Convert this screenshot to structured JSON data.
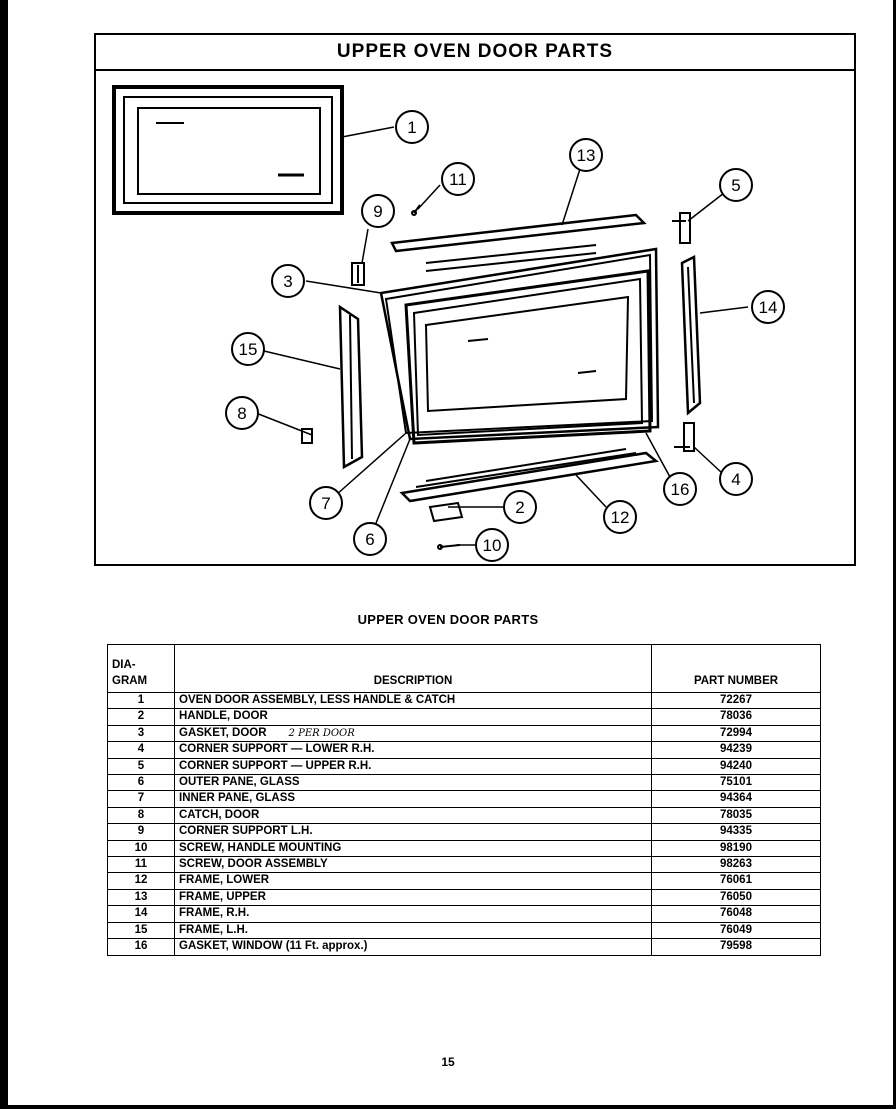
{
  "diagram": {
    "title": "UPPER OVEN DOOR PARTS",
    "callouts": [
      "1",
      "2",
      "3",
      "4",
      "5",
      "6",
      "7",
      "8",
      "9",
      "10",
      "11",
      "12",
      "13",
      "14",
      "15",
      "16"
    ]
  },
  "table": {
    "title": "UPPER OVEN DOOR PARTS",
    "headers": {
      "diagram": "DIA-\nGRAM",
      "description": "DESCRIPTION",
      "part_number": "PART NUMBER"
    },
    "rows": [
      {
        "num": "1",
        "desc": "OVEN DOOR ASSEMBLY, LESS HANDLE & CATCH",
        "note": "",
        "part": "72267"
      },
      {
        "num": "2",
        "desc": "HANDLE, DOOR",
        "note": "",
        "part": "78036"
      },
      {
        "num": "3",
        "desc": "GASKET, DOOR",
        "note": "2 PER DOOR",
        "part": "72994"
      },
      {
        "num": "4",
        "desc": "CORNER SUPPORT — LOWER R.H.",
        "note": "",
        "part": "94239"
      },
      {
        "num": "5",
        "desc": "CORNER SUPPORT — UPPER R.H.",
        "note": "",
        "part": "94240"
      },
      {
        "num": "6",
        "desc": "OUTER PANE, GLASS",
        "note": "",
        "part": "75101"
      },
      {
        "num": "7",
        "desc": "INNER PANE, GLASS",
        "note": "",
        "part": "94364"
      },
      {
        "num": "8",
        "desc": "CATCH, DOOR",
        "note": "",
        "part": "78035"
      },
      {
        "num": "9",
        "desc": "CORNER SUPPORT L.H.",
        "note": "",
        "part": "94335"
      },
      {
        "num": "10",
        "desc": "SCREW, HANDLE MOUNTING",
        "note": "",
        "part": "98190"
      },
      {
        "num": "11",
        "desc": "SCREW, DOOR ASSEMBLY",
        "note": "",
        "part": "98263"
      },
      {
        "num": "12",
        "desc": "FRAME, LOWER",
        "note": "",
        "part": "76061"
      },
      {
        "num": "13",
        "desc": "FRAME, UPPER",
        "note": "",
        "part": "76050"
      },
      {
        "num": "14",
        "desc": "FRAME, R.H.",
        "note": "",
        "part": "76048"
      },
      {
        "num": "15",
        "desc": "FRAME, L.H.",
        "note": "",
        "part": "76049"
      },
      {
        "num": "16",
        "desc": "GASKET, WINDOW (11 Ft. approx.)",
        "note": "",
        "part": "79598"
      }
    ]
  },
  "page_number": "15"
}
